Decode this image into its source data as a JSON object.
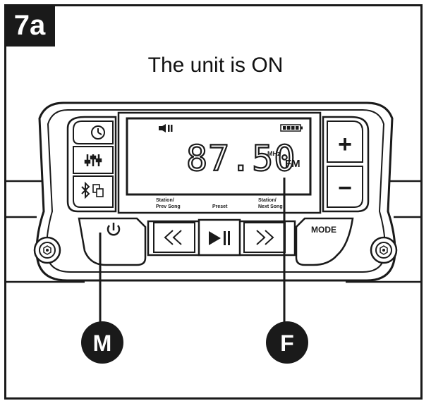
{
  "step_label": "7a",
  "caption": "The unit is ON",
  "display": {
    "frequency": "87.50",
    "unit": "MHz",
    "band": "FM"
  },
  "button_labels": {
    "prev": "Station/\nPrev Song",
    "preset": "Preset",
    "next": "Station/\nNext Song",
    "mode": "MODE",
    "plus": "+",
    "minus": "−"
  },
  "callouts": {
    "left": "M",
    "right": "F"
  },
  "colors": {
    "ink": "#1a1a1a",
    "panel": "#ffffff"
  }
}
